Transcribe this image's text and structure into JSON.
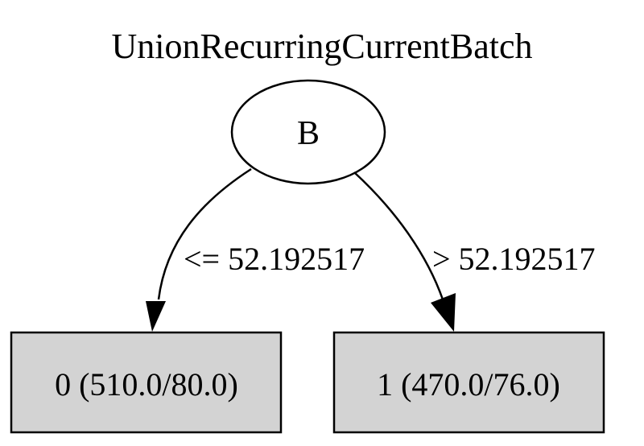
{
  "title": "UnionRecurringCurrentBatch",
  "root": {
    "label": "B"
  },
  "edges": [
    {
      "label": "<= 52.192517",
      "to": "leaf_left"
    },
    {
      "label": "> 52.192517",
      "to": "leaf_right"
    }
  ],
  "leaves": [
    {
      "label": "0 (510.0/80.0)"
    },
    {
      "label": "1 (470.0/76.0)"
    }
  ],
  "colors": {
    "leaf_fill": "#d3d3d3",
    "stroke": "#000000",
    "background": "#ffffff"
  }
}
